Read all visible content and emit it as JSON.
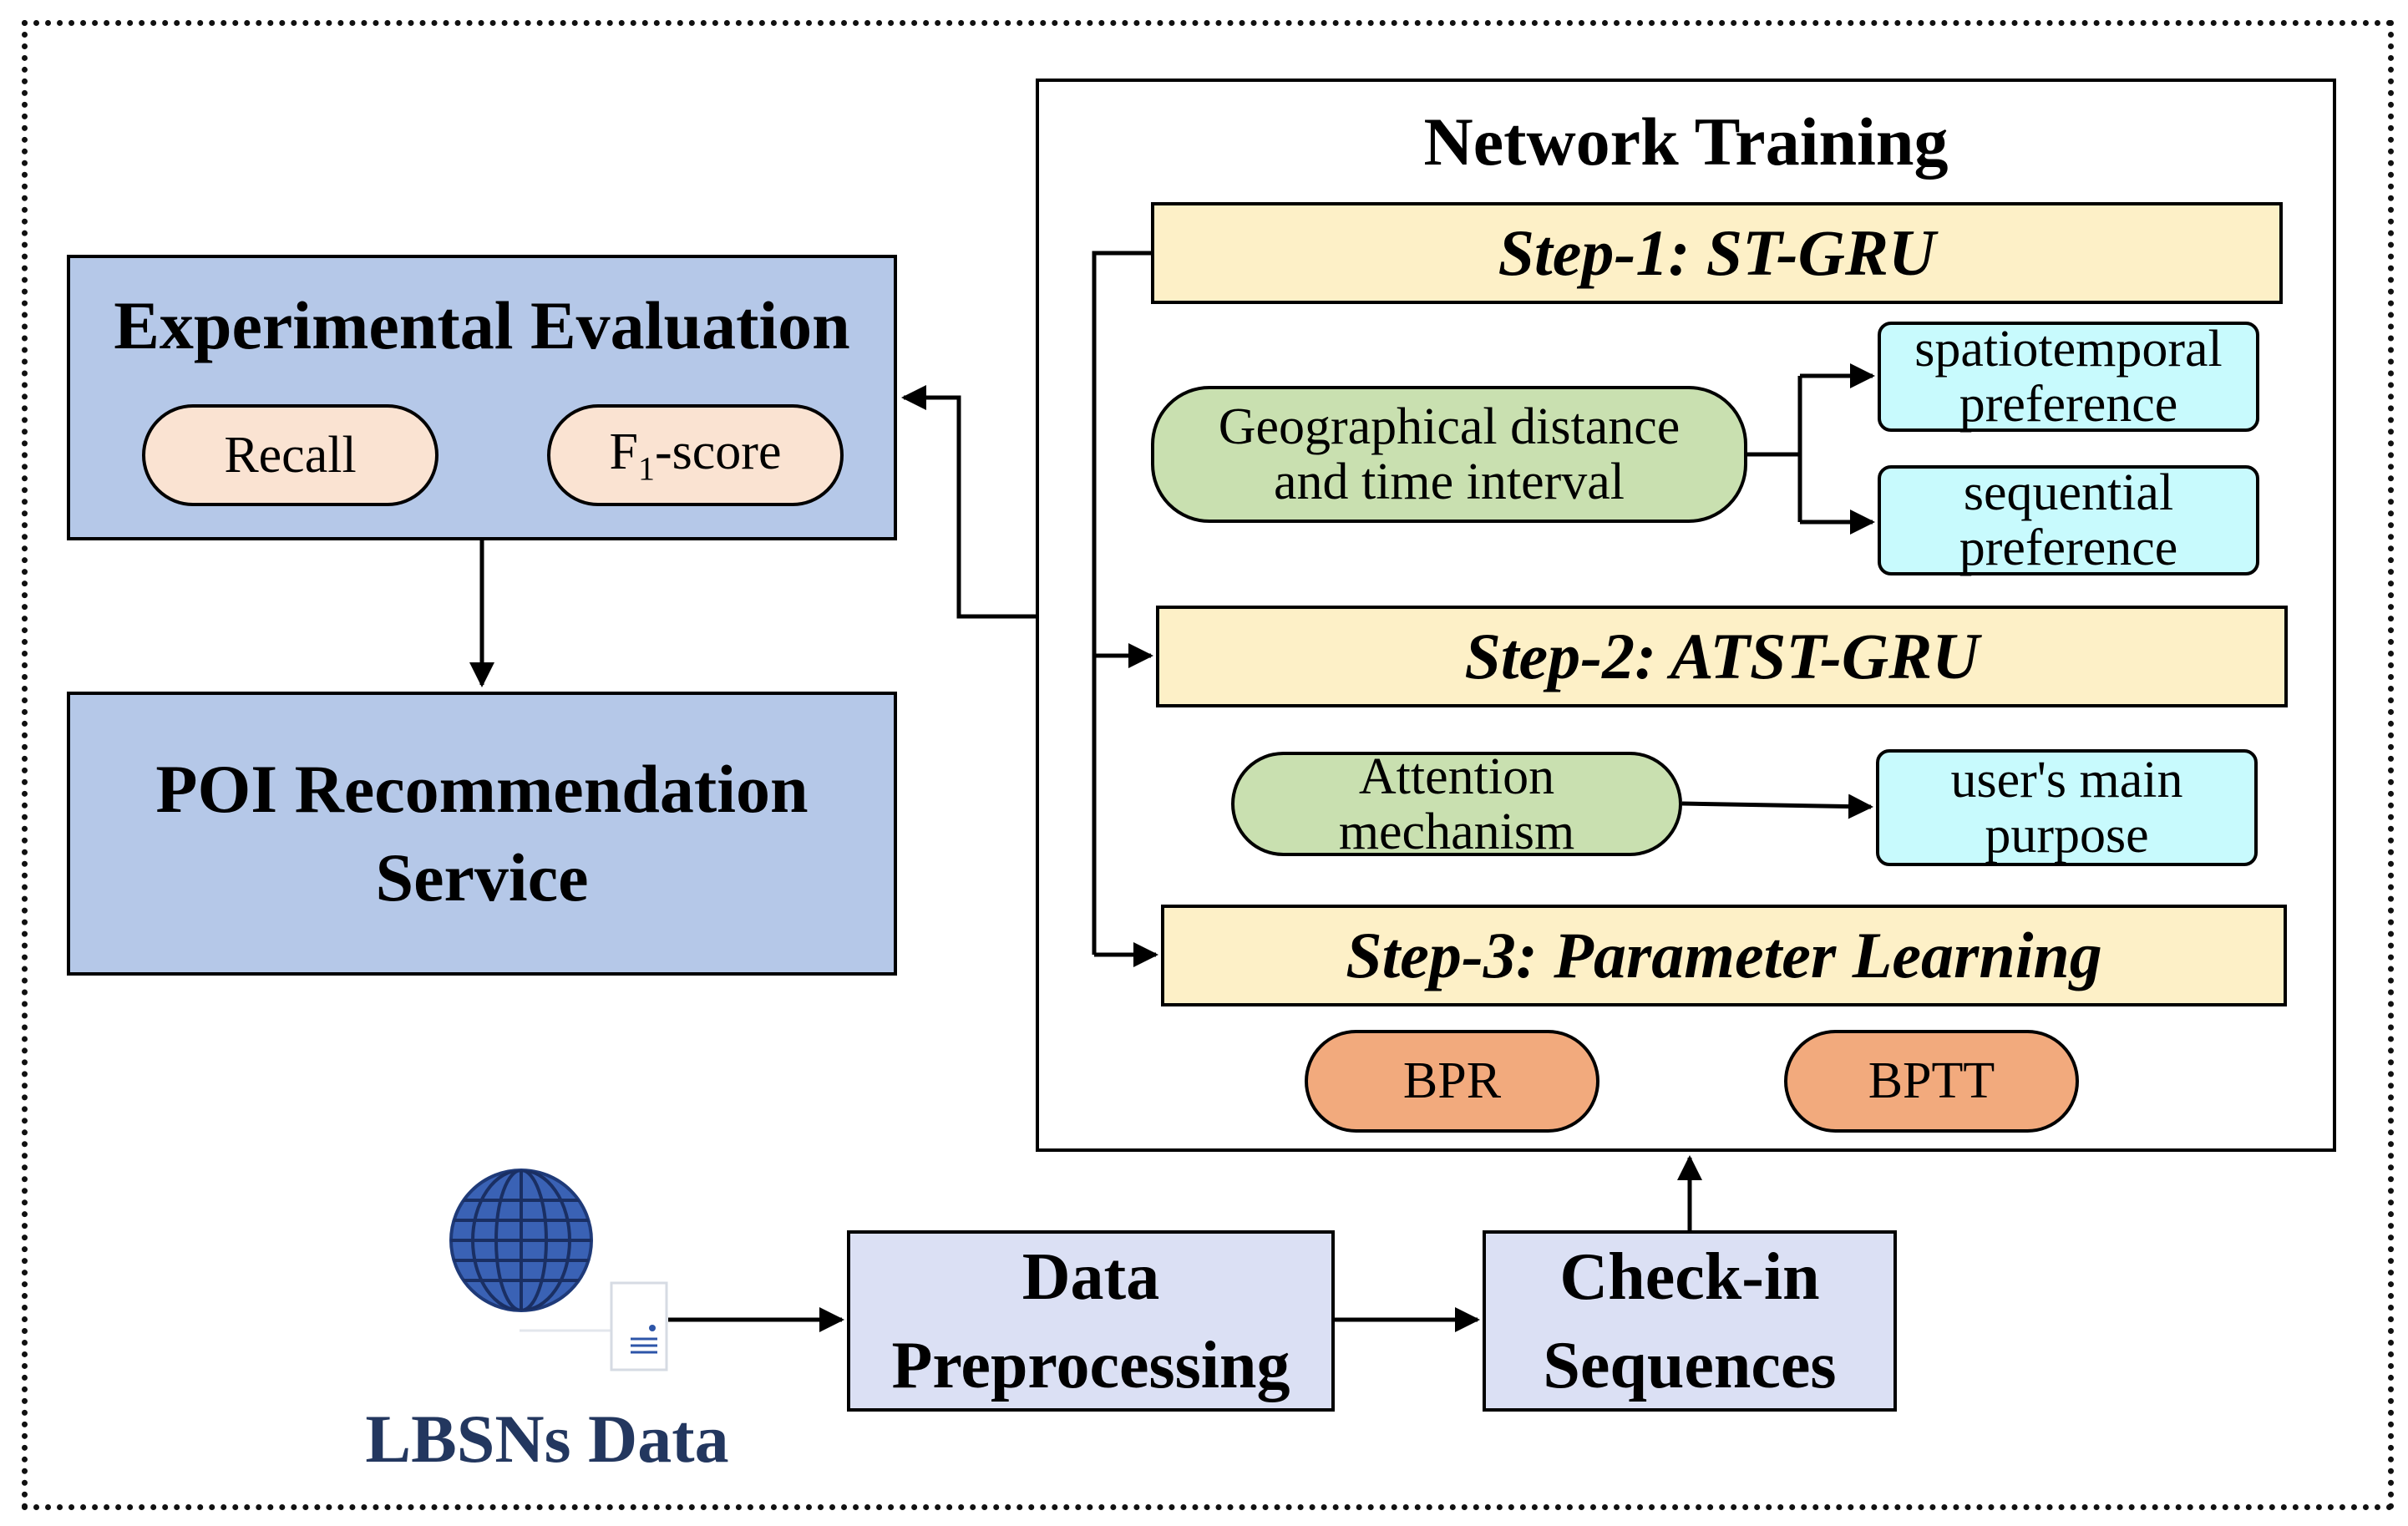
{
  "network_training": {
    "title": "Network Training",
    "step1": "Step-1: ST-GRU",
    "geo_distance": "Geographical distance and time interval",
    "spatiotemporal": "spatiotemporal preference",
    "sequential": "sequential preference",
    "step2": "Step-2: ATST-GRU",
    "attention": "Attention mechanism",
    "user_purpose": "user's main purpose",
    "step3": "Step-3: Parameter Learning",
    "bpr": "BPR",
    "bptt": "BPTT"
  },
  "evaluation": {
    "title": "Experimental Evaluation",
    "recall": "Recall",
    "f1_main": "F",
    "f1_sub": "1",
    "f1_rest": "-score"
  },
  "poi": {
    "title": "POI Recommendation Service"
  },
  "pipeline": {
    "lbsns": "LBSNs Data",
    "preprocessing": "Data Preprocessing",
    "checkin": "Check-in Sequences"
  },
  "colors": {
    "step_fill": "#fdf0c7",
    "green_fill": "#c9e0b0",
    "cyan_fill": "#c8fafd",
    "orange_fill": "#f2aa7d",
    "blue_fill": "#b5c8e8",
    "peach_fill": "#fae3d2",
    "light_blue_fill": "#dbe0f4",
    "globe_blue": "#3a62b5",
    "lbsns_text": "#23375f"
  }
}
